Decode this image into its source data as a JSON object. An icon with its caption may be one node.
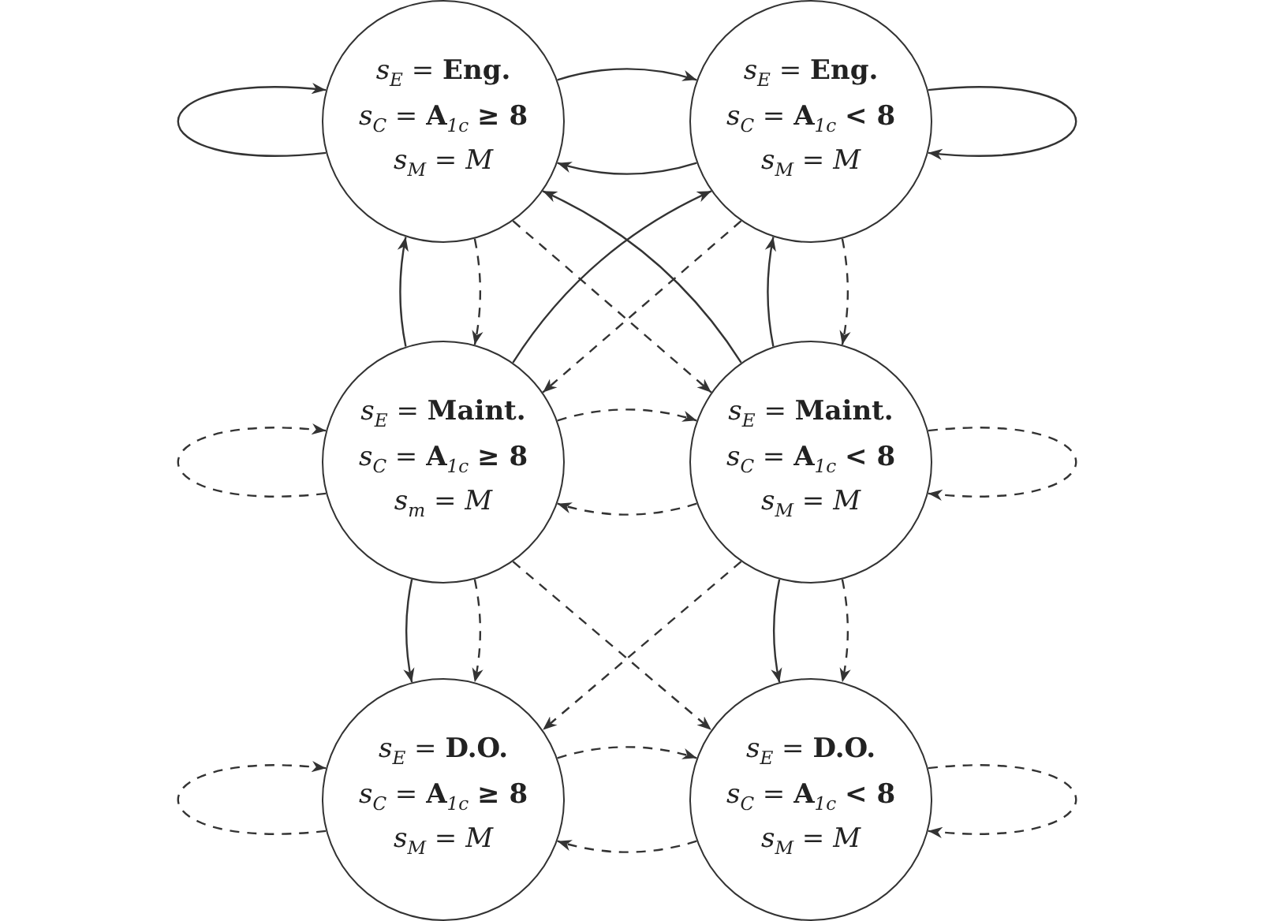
{
  "diagram": {
    "nodes": [
      {
        "text": [
          "*s*$_{E}$ = **Eng.**",
          "*s*$_{C}$ = **A**$_{1c}$ **≥ 8**",
          "*s*$_{M}$ = *M*"
        ]
      },
      {
        "text": [
          "*s*$_{E}$ = **Eng.**",
          "*s*$_{C}$ = **A**$_{1c}$ **< 8**",
          "*s*$_{M}$ = *M*"
        ]
      },
      {
        "text": [
          "*s*$_{E}$ = **Maint.**",
          "*s*$_{C}$ = **A**$_{1c}$ **≥ 8**",
          "*s*$_{m}$ = *M*"
        ]
      },
      {
        "text": [
          "*s*$_{E}$ = **Maint.**",
          "*s*$_{C}$ = **A**$_{1c}$ **< 8**",
          "*s*$_{M}$ = *M*"
        ]
      },
      {
        "text": [
          "*s*$_{E}$ = **D.O.**",
          "*s*$_{C}$ = **A**$_{1c}$ **≥ 8**",
          "*s*$_{M}$ = *M*"
        ]
      },
      {
        "text": [
          "*s*$_{E}$ = **D.O.**",
          "*s*$_{C}$ = **A**$_{1c}$ **< 8**",
          "*s*$_{M}$ = *M*"
        ]
      }
    ],
    "edges": [
      {
        "from": 0,
        "to": 0,
        "arrow": "to"
      },
      {
        "from": 0,
        "to": 1,
        "arrow": "to"
      },
      {
        "from": 1,
        "to": 0,
        "arrow": "to"
      },
      {
        "from": 1,
        "to": 1,
        "arrow": "to"
      },
      {
        "from": 0,
        "to": 2,
        "arrow": "to",
        "style": "dashed"
      },
      {
        "from": 2,
        "to": 0,
        "arrow": "to"
      },
      {
        "from": 0,
        "to": 3,
        "arrow": "to",
        "style": "dashed"
      },
      {
        "from": 3,
        "to": 0,
        "arrow": "to"
      },
      {
        "from": 1,
        "to": 2,
        "arrow": "to",
        "style": "dashed"
      },
      {
        "from": 2,
        "to": 1,
        "arrow": "to"
      },
      {
        "from": 1,
        "to": 3,
        "arrow": "to",
        "style": "dashed"
      },
      {
        "from": 3,
        "to": 1,
        "arrow": "to"
      },
      {
        "from": 2,
        "to": 2,
        "arrow": "to",
        "style": "dashed"
      },
      {
        "from": 2,
        "to": 3,
        "arrow": "to",
        "style": "dashed"
      },
      {
        "from": 3,
        "to": 2,
        "arrow": "to",
        "style": "dashed"
      },
      {
        "from": 3,
        "to": 3,
        "arrow": "to",
        "style": "dashed"
      },
      {
        "from": 2,
        "to": 4,
        "arrow": "to"
      },
      {
        "from": 2,
        "to": 4,
        "arrow": "to",
        "style": "dashed"
      },
      {
        "from": 2,
        "to": 5,
        "arrow": "to",
        "style": "dashed"
      },
      {
        "from": 3,
        "to": 4,
        "arrow": "to",
        "style": "dashed"
      },
      {
        "from": 3,
        "to": 5,
        "arrow": "to"
      },
      {
        "from": 3,
        "to": 5,
        "arrow": "to",
        "style": "dashed"
      },
      {
        "from": 4,
        "to": 4,
        "arrow": "to",
        "style": "dashed"
      },
      {
        "from": 4,
        "to": 5,
        "arrow": "to",
        "style": "dashed"
      },
      {
        "from": 5,
        "to": 4,
        "arrow": "to",
        "style": "dashed"
      },
      {
        "from": 5,
        "to": 5,
        "arrow": "to",
        "style": "dashed"
      }
    ]
  }
}
